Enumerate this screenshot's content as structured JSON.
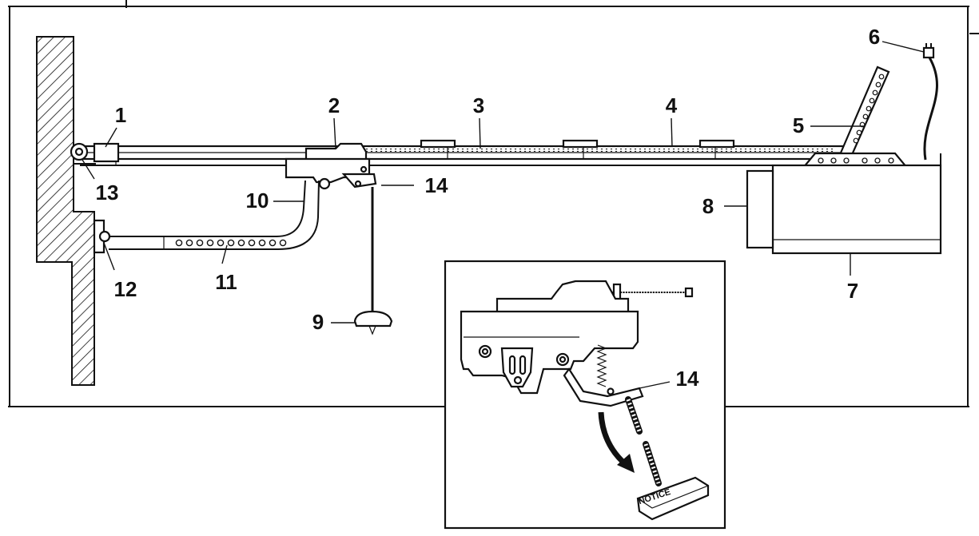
{
  "callouts": [
    "1",
    "2",
    "3",
    "4",
    "5",
    "6",
    "7",
    "8",
    "9",
    "10",
    "11",
    "12",
    "13",
    "14"
  ],
  "inset": {
    "callout": "14",
    "handle_text": "NOTICE"
  },
  "colors": {
    "ink": "#111111",
    "paper": "#ffffff"
  }
}
